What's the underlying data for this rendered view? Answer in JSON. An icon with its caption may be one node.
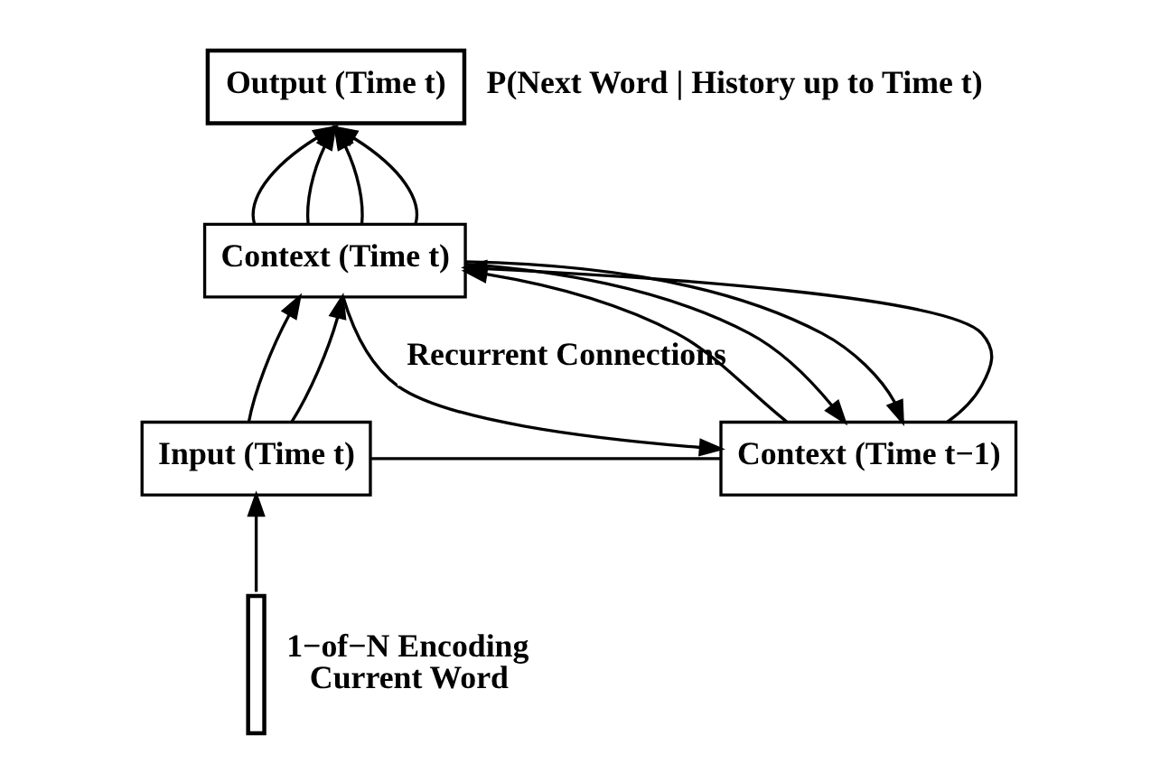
{
  "diagram": {
    "nodes": [
      {
        "text": [
          "Output (Time t)"
        ],
        "beside": [
          "P(Next Word | History up to Time t)"
        ]
      },
      {
        "text": [
          "Context (Time t)"
        ]
      },
      {
        "text": [
          "Input (Time t)"
        ]
      },
      {
        "text": [
          "Context (Time t−1)"
        ]
      },
      {
        "text": [],
        "shape": "bar",
        "beside": [
          "1−of−N Encoding",
          "Current Word"
        ]
      }
    ],
    "edges": [
      {
        "from": 1,
        "to": 0,
        "arrow": "to"
      },
      {
        "from": 1,
        "to": 0,
        "arrow": "to"
      },
      {
        "from": 1,
        "to": 0,
        "arrow": "to"
      },
      {
        "from": 1,
        "to": 0,
        "arrow": "to"
      },
      {
        "from": 2,
        "to": 1,
        "arrow": "to"
      },
      {
        "from": 2,
        "to": 1,
        "arrow": "to"
      },
      {
        "from": 3,
        "to": 1,
        "arrow": "to"
      },
      {
        "from": 3,
        "to": 1,
        "arrow": "to"
      },
      {
        "from": 1,
        "to": 3,
        "arrow": "to",
        "label": "Recurrent Connections"
      },
      {
        "from": 1,
        "to": 3,
        "arrow": "to"
      },
      {
        "from": 1,
        "to": 3,
        "arrow": "to"
      },
      {
        "from": 2,
        "to": 3,
        "arrow": "none"
      },
      {
        "from": 4,
        "to": 2,
        "arrow": "to"
      }
    ]
  }
}
